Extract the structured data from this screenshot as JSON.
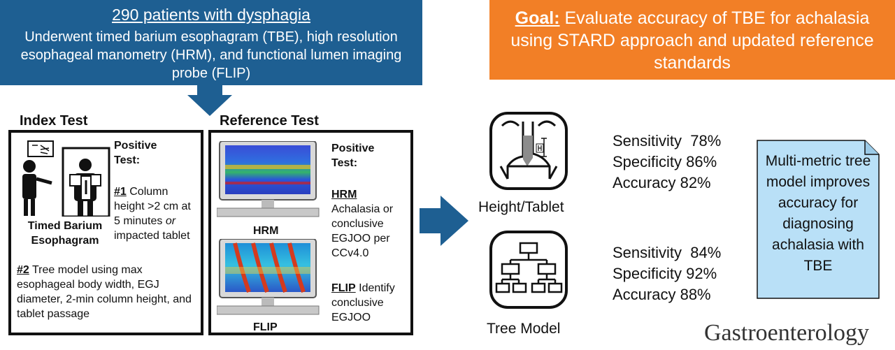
{
  "top_left": {
    "title": "290 patients with dysphagia",
    "body": "Underwent timed barium esophagram (TBE), high resolution esophageal manometry (HRM), and functional lumen imaging probe (FLIP)"
  },
  "goal": {
    "label": "Goal:",
    "text": " Evaluate accuracy of TBE for achalasia using STARD approach and updated reference standards"
  },
  "index_test": {
    "heading": "Index Test",
    "image_caption_line1": "Timed Barium",
    "image_caption_line2": "Esophagram",
    "positive_label": "Positive",
    "positive_label2": "Test:",
    "item1_num": "#1",
    "item1_a": " Column height >2 cm at 5 minutes ",
    "item1_or": "or",
    "item1_b": " impacted tablet",
    "item2_num": "#2",
    "item2_text": " Tree model using max esophageal body width, EGJ diameter, 2-min column height, and tablet passage"
  },
  "reference_test": {
    "heading": "Reference Test",
    "monitor1_caption": "HRM",
    "monitor2_caption": "FLIP",
    "positive_label": "Positive",
    "positive_label2": "Test:",
    "hrm_label": "HRM",
    "hrm_text": "Achalasia or conclusive EGJOO per CCv4.0",
    "flip_label": "FLIP",
    "flip_text": " Identify conclusive EGJOO"
  },
  "results": {
    "height_caption": "Height/Tablet",
    "tree_caption": "Tree Model",
    "height_metrics": [
      "Sensitivity  78%",
      "Specificity 86%",
      "Accuracy 82%"
    ],
    "tree_metrics": [
      "Sensitivity  84%",
      "Specificity 92%",
      "Accuracy 88%"
    ]
  },
  "conclusion": "Multi-metric tree model improves accuracy for diagnosing achalasia with TBE",
  "journal": "Gastroenterology",
  "colors": {
    "blue_banner": "#1e5f92",
    "orange_banner": "#f27f26",
    "conclusion_box": "#b9e0f7",
    "arrow_blue": "#1e5f92"
  }
}
